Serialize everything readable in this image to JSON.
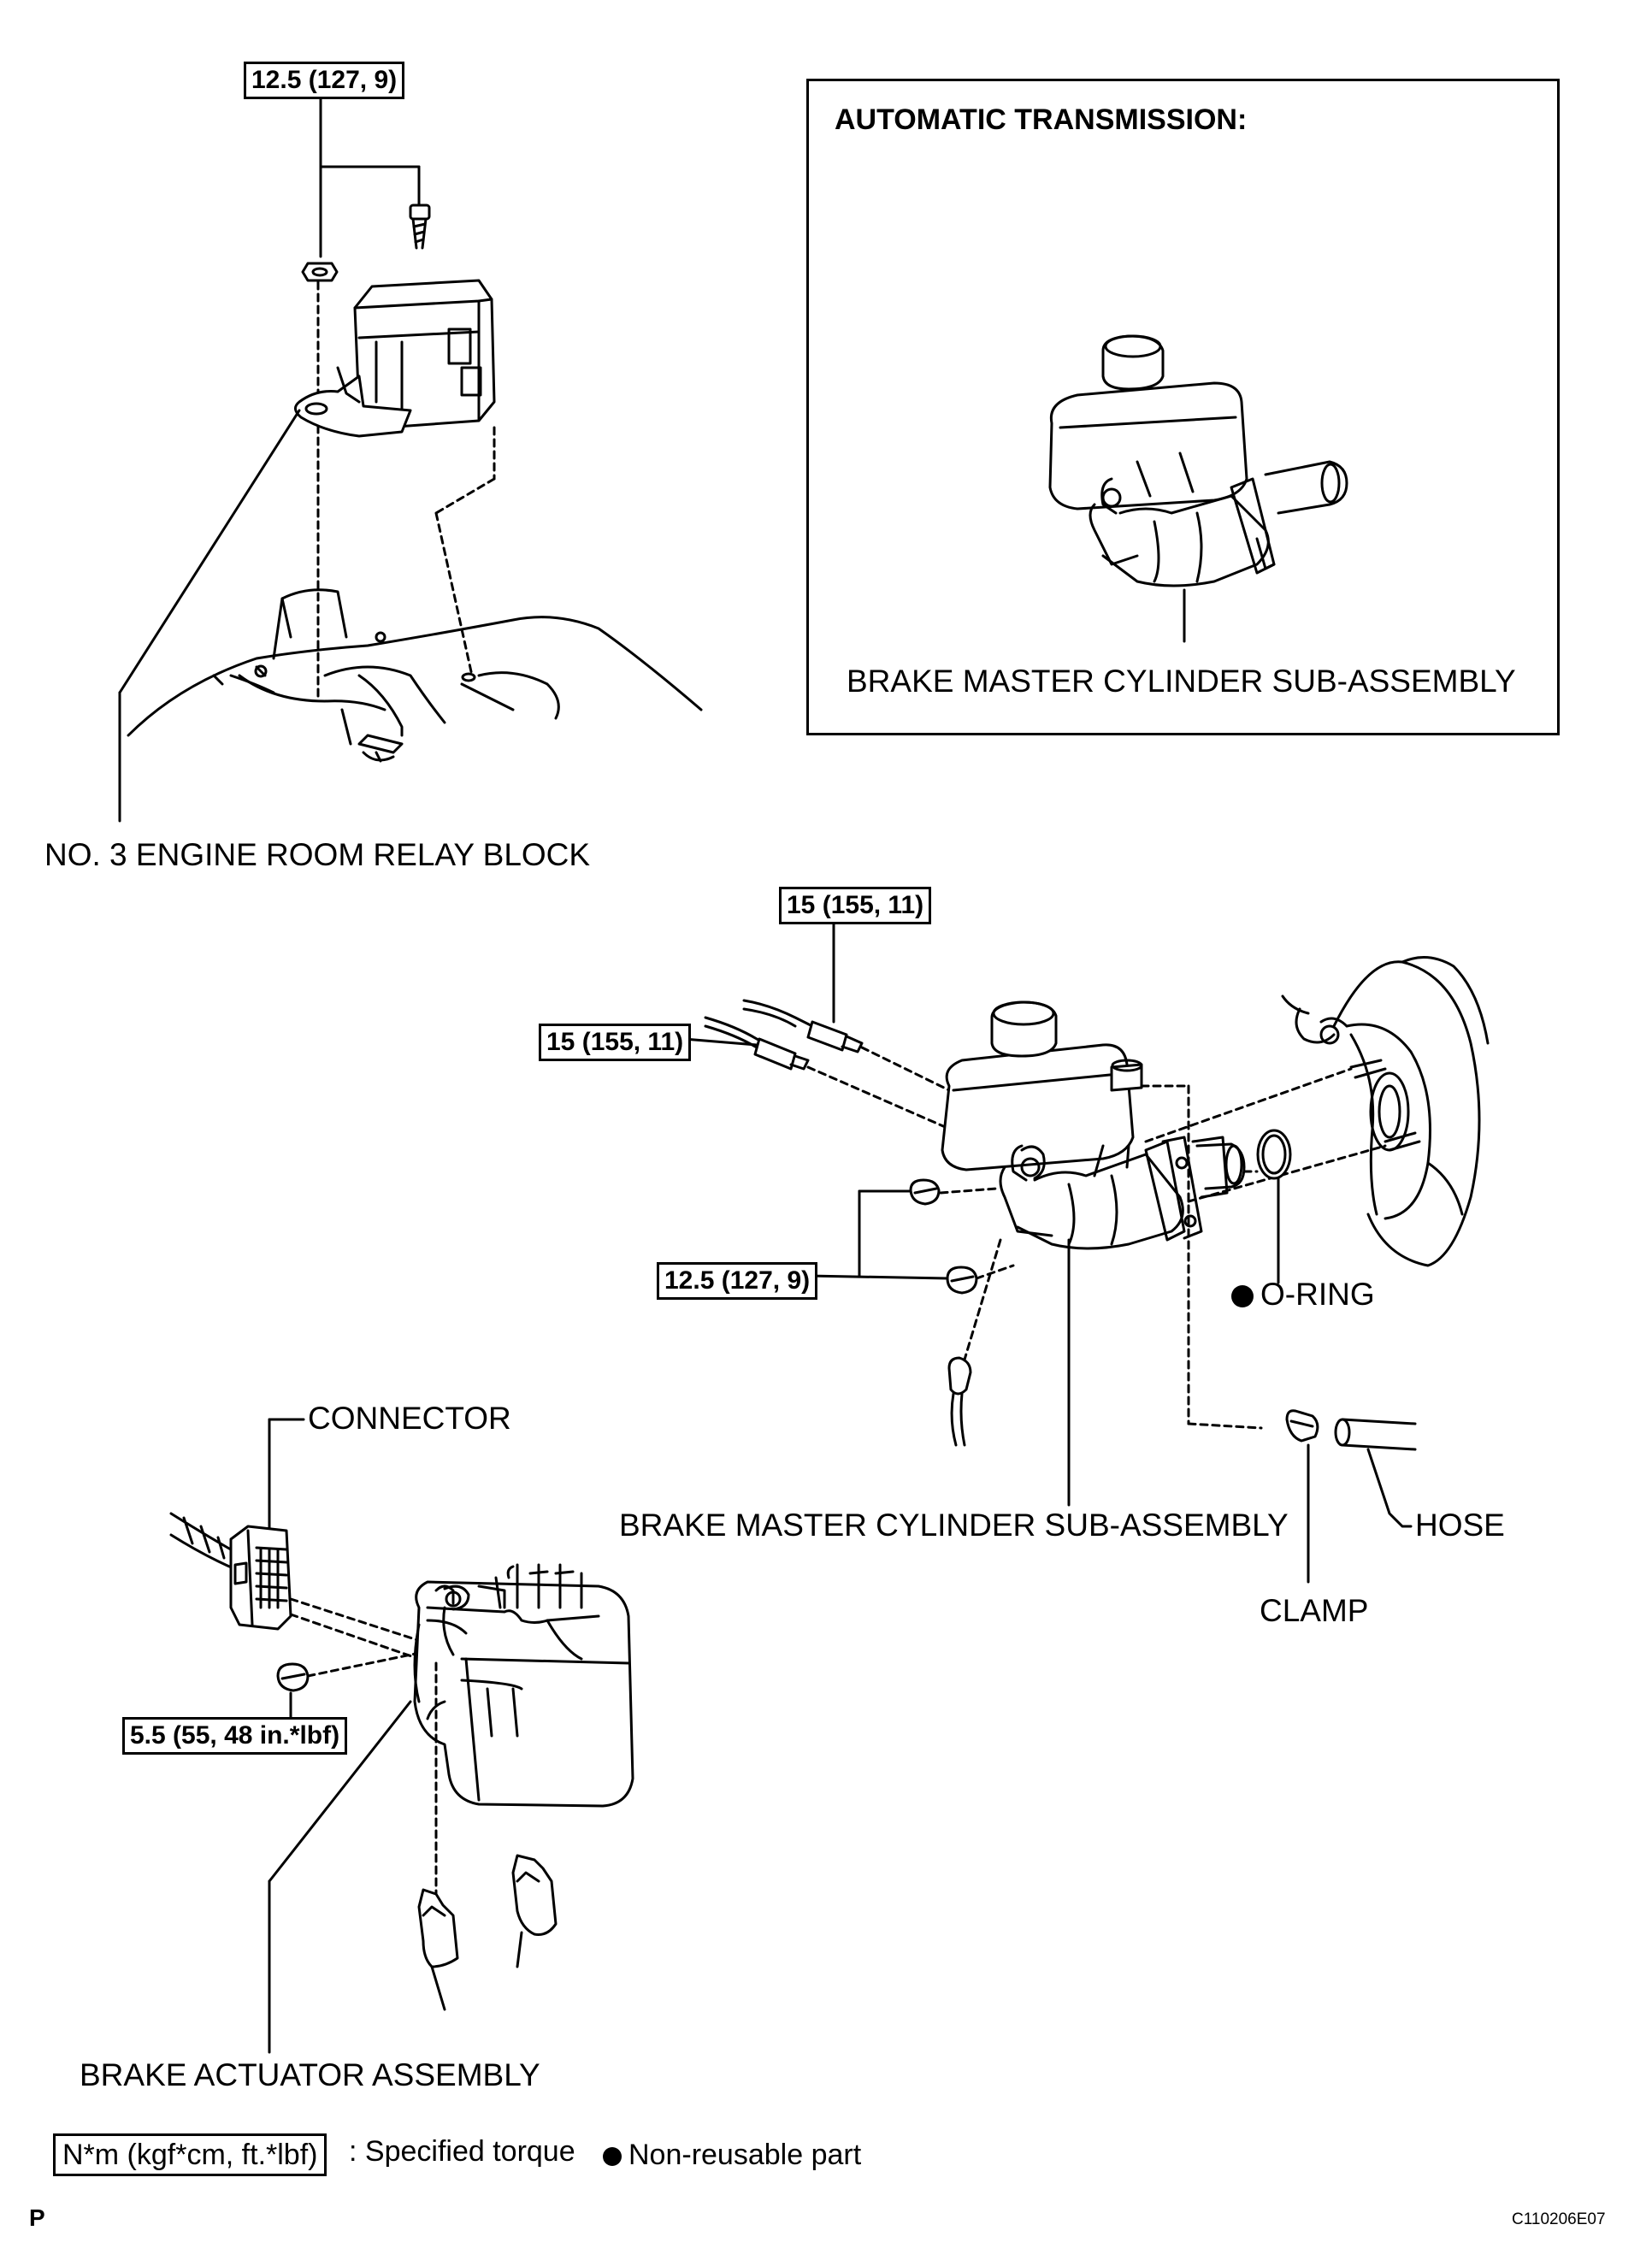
{
  "inset": {
    "title": "AUTOMATIC TRANSMISSION:",
    "part_label": "BRAKE MASTER CYLINDER SUB-ASSEMBLY"
  },
  "labels": {
    "relay_block": "NO. 3 ENGINE ROOM RELAY BLOCK",
    "master_cylinder": "BRAKE MASTER CYLINDER SUB-ASSEMBLY",
    "o_ring": "O-RING",
    "connector": "CONNECTOR",
    "hose": "HOSE",
    "clamp": "CLAMP",
    "actuator": "BRAKE ACTUATOR ASSEMBLY"
  },
  "torques": {
    "relay_block": "12.5 (127, 9)",
    "brake_line_upper": "15 (155, 11)",
    "brake_line_lower": "15 (155, 11)",
    "master_cylinder_nuts": "12.5 (127, 9)",
    "actuator_nut": "5.5 (55, 48 in.*lbf)"
  },
  "legend": {
    "torque_unit": "N*m (kgf*cm, ft.*lbf)",
    "torque_text": ": Specified torque",
    "non_reusable_text": "Non-reusable part"
  },
  "footer": {
    "page_letter": "P",
    "figure_code": "C110206E07"
  }
}
